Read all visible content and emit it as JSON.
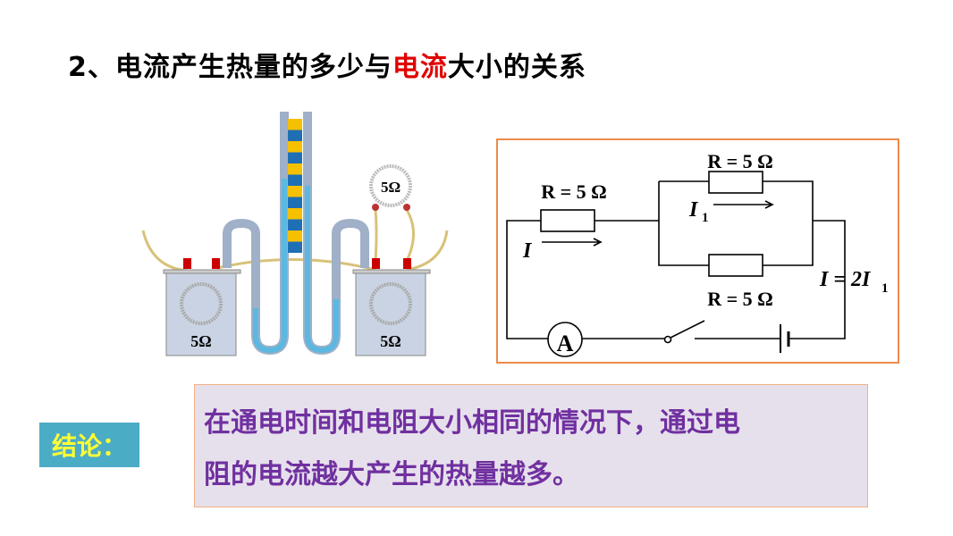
{
  "title": {
    "prefix": "2、电流产生热量的多少与",
    "highlight": "电流",
    "suffix": "大小的关系"
  },
  "apparatus": {
    "left_label": "5Ω",
    "right_label": "5Ω",
    "external_label": "5Ω"
  },
  "circuit": {
    "r_series": "R = 5 Ω",
    "r_parallel_top": "R = 5 Ω",
    "r_parallel_bottom": "R = 5 Ω",
    "current_i": "I",
    "current_i1": "I",
    "current_i1_sub": "1",
    "relation": "I = 2I",
    "relation_sub": "1",
    "ammeter": "A"
  },
  "conclusion": {
    "label": "结论：",
    "line1": "在通电时间和电阻大小相同的情况下，通过电",
    "line2": "阻的电流越大产生的热量越多。"
  },
  "colors": {
    "highlight": "#e00000",
    "conclusion_text": "#7030a0",
    "label_bg": "#4bacc6",
    "label_text": "#ffff33",
    "circuit_border": "#ed8b4c"
  }
}
